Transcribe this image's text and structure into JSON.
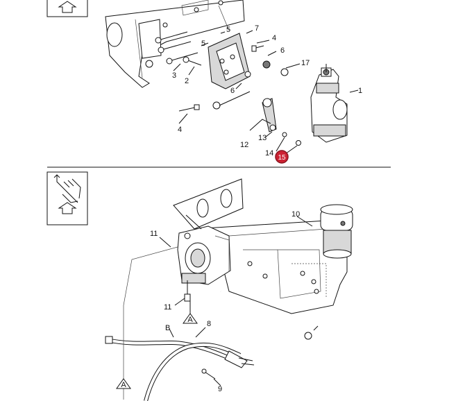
{
  "colors": {
    "highlight": "#cc2233",
    "line": "#111111",
    "fill_grey": "#d8d8d8"
  },
  "icons": {
    "upper": "up-arrow-icon",
    "lower": "direction-arrows-icon"
  },
  "callouts_top": [
    {
      "id": "c1",
      "label": "1"
    },
    {
      "id": "c2",
      "label": "2"
    },
    {
      "id": "c3",
      "label": "3"
    },
    {
      "id": "c4a",
      "label": "4"
    },
    {
      "id": "c4b",
      "label": "4"
    },
    {
      "id": "c5a",
      "label": "5"
    },
    {
      "id": "c5b",
      "label": "5"
    },
    {
      "id": "c6a",
      "label": "6"
    },
    {
      "id": "c6b",
      "label": "6"
    },
    {
      "id": "c7",
      "label": "7"
    },
    {
      "id": "c12",
      "label": "12"
    },
    {
      "id": "c13",
      "label": "13"
    },
    {
      "id": "c14",
      "label": "14"
    },
    {
      "id": "c15",
      "label": "15",
      "highlighted": true
    },
    {
      "id": "c17",
      "label": "17"
    }
  ],
  "callouts_bottom": [
    {
      "id": "c8",
      "label": "8"
    },
    {
      "id": "c9",
      "label": "9"
    },
    {
      "id": "c10",
      "label": "10"
    },
    {
      "id": "c11a",
      "label": "11"
    },
    {
      "id": "c11b",
      "label": "11"
    },
    {
      "id": "cB",
      "label": "B"
    },
    {
      "id": "cA1",
      "label": "A"
    },
    {
      "id": "cA2",
      "label": "A"
    }
  ]
}
